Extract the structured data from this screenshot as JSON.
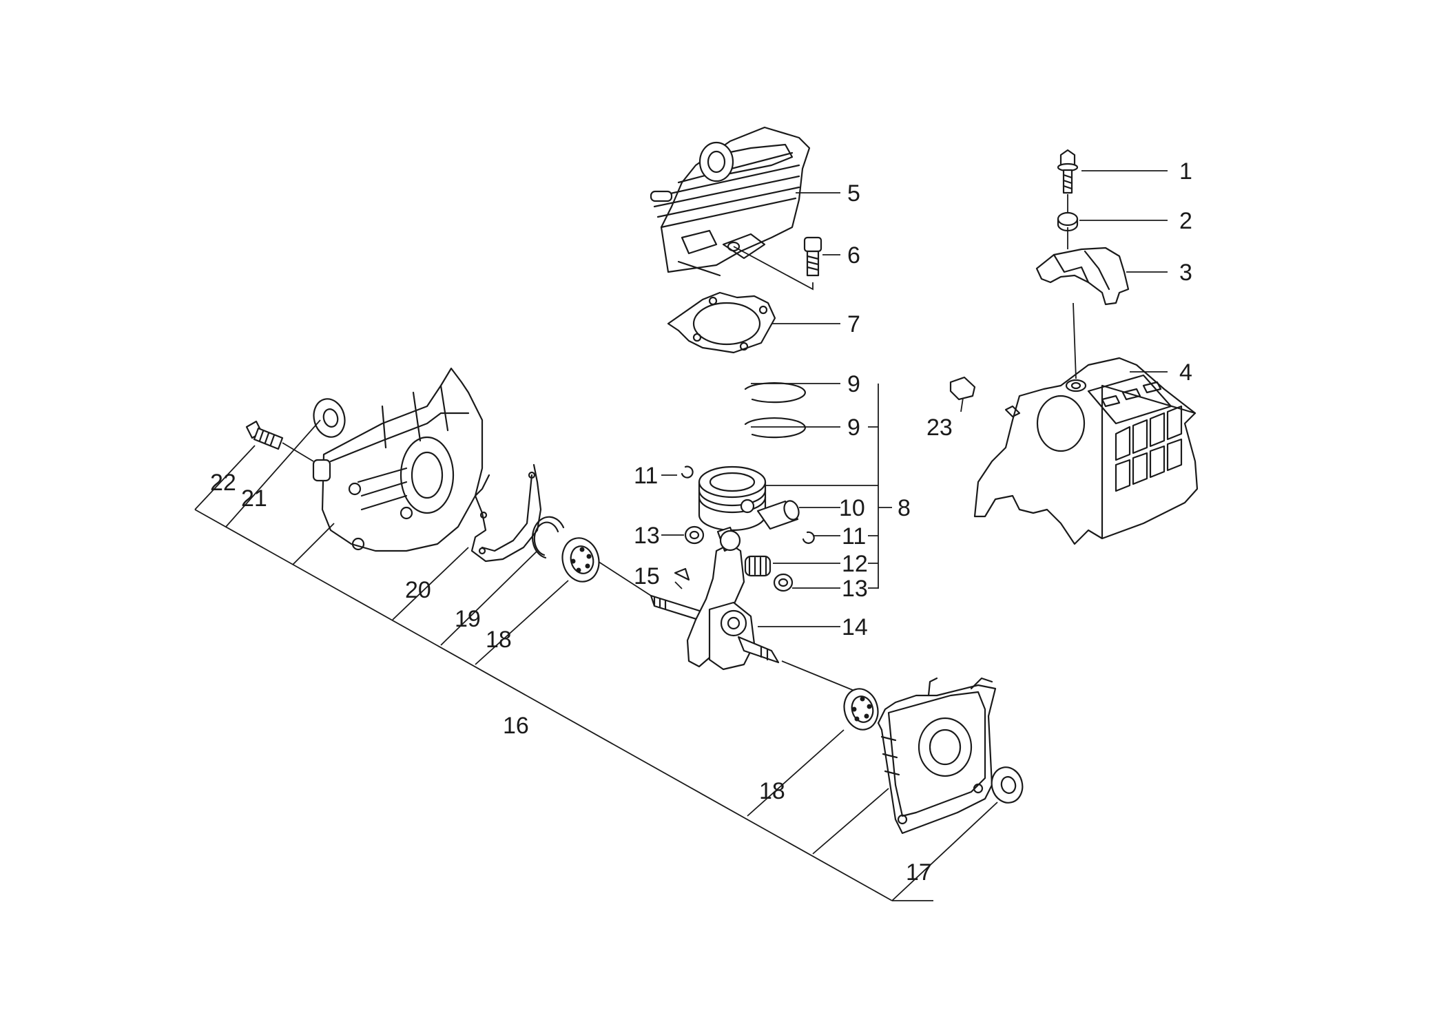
{
  "labels": {
    "p1": "1",
    "p2": "2",
    "p3": "3",
    "p4": "4",
    "p5": "5",
    "p6": "6",
    "p7": "7",
    "p8": "8",
    "p9a": "9",
    "p9b": "9",
    "p10": "10",
    "p11a": "11",
    "p11b": "11",
    "p12": "12",
    "p13a": "13",
    "p13b": "13",
    "p14": "14",
    "p15": "15",
    "p16": "16",
    "p17": "17",
    "p18a": "18",
    "p18b": "18",
    "p19": "19",
    "p20": "20",
    "p21": "21",
    "p22": "22",
    "p23": "23"
  },
  "colors": {
    "line": "#1a1a1a",
    "background": "#ffffff"
  }
}
